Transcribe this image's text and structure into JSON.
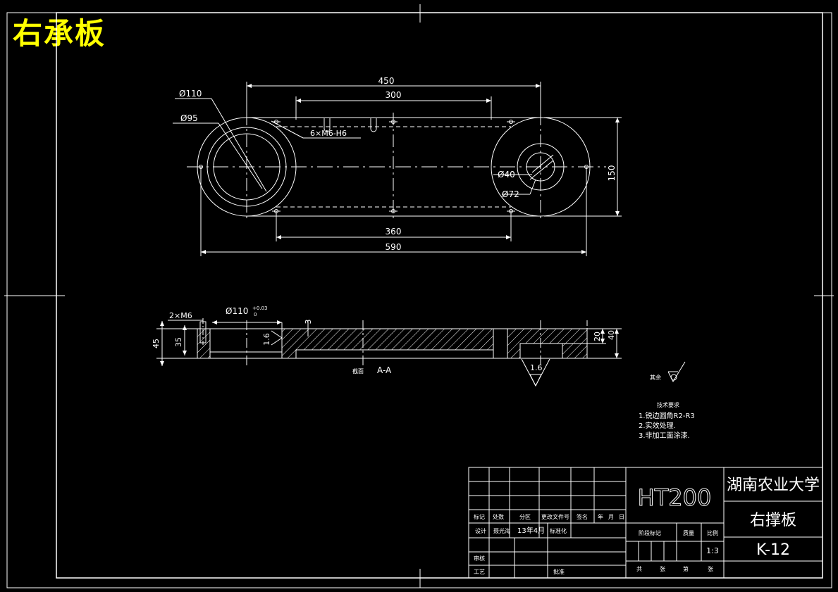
{
  "header": {
    "title": "右承板"
  },
  "top_view": {
    "dim_450": "450",
    "dim_300": "300",
    "dim_360": "360",
    "dim_590": "590",
    "dim_150": "150",
    "dia_110": "Ø110",
    "dia_95": "Ø95",
    "dia_40": "Ø40",
    "dia_72": "Ø72",
    "holes": "6×M6-H6"
  },
  "section_view": {
    "thread": "2×M6",
    "bore": "Ø110",
    "tol_upper": "+0.03",
    "tol_lower": "0",
    "dim_45": "45",
    "dim_35": "35",
    "dim_3": "3",
    "rough_1_6a": "1.6",
    "rough_1_6b": "1.6",
    "dim_20": "20",
    "dim_40": "40",
    "label_prefix": "截面",
    "label": "A-A"
  },
  "notes": {
    "other": "其余",
    "title": "技术要求",
    "items": [
      "1.锐边圆角R2-R3",
      "2.实效处理.",
      "3.非加工面涂漆."
    ]
  },
  "title_block": {
    "material": "HT200",
    "school": "湖南农业大学",
    "part_name": "右撑板",
    "drawing_no": "K-12",
    "scale_value": "1:3",
    "headers": [
      "标记",
      "处数",
      "分区",
      "更改文件号",
      "签名",
      "年",
      "月",
      "日"
    ],
    "row_design": {
      "label": "设计",
      "name": "聂光海",
      "date": "13年4月",
      "std": "标准化"
    },
    "review": "审核",
    "process": "工艺",
    "approve": "批准",
    "stage_label": "阶段标记",
    "weight_label": "质量",
    "scale_label": "比例",
    "sheets_total": "共",
    "sheets_unit": "张",
    "sheet_no": "第",
    "sheet_unit": "张"
  }
}
